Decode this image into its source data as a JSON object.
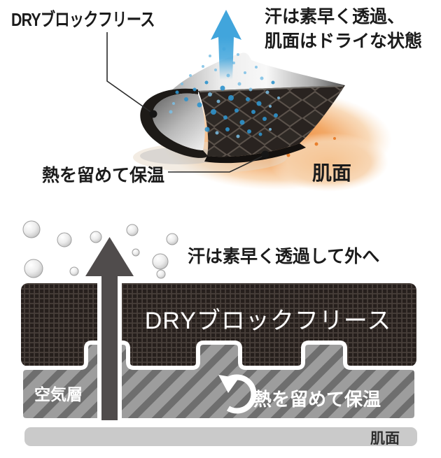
{
  "top_illustration": {
    "fabric_label": "DRYブロックフリース",
    "sweat_caption_line1": "汗は素早く透過、",
    "sweat_caption_line2": "肌面はドライな状態",
    "heat_label": "熱を留めて保温",
    "skin_label": "肌面"
  },
  "bottom_diagram": {
    "sweat_caption": "汗は素早く透過して外へ",
    "fabric_label": "DRYブロックフリース",
    "air_layer_label": "空気層",
    "heat_label": "熱を留めて保温",
    "skin_label": "肌面"
  },
  "colors": {
    "sweat_arrow_blue": "#41a5dc",
    "heat_glow_orange": "#ee8a3a",
    "fleece_block_dark": "#2a2320",
    "air_layer_gray": "#9d9d9d",
    "air_layer_stripe": "#6e6e6e",
    "skin_bar_gray": "#cacaca",
    "steam_arrow_gray": "#504c4c",
    "outline_white": "#ffffff"
  }
}
